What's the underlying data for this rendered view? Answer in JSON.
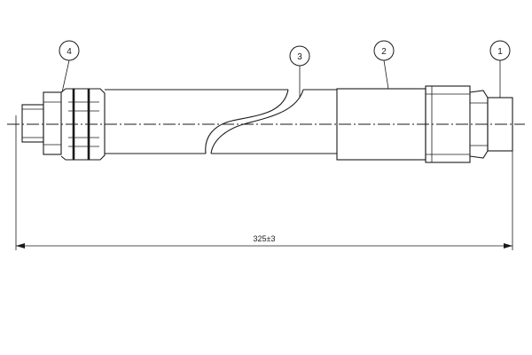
{
  "callouts": [
    {
      "id": "1",
      "label": "1"
    },
    {
      "id": "2",
      "label": "2"
    },
    {
      "id": "3",
      "label": "3"
    },
    {
      "id": "4",
      "label": "4"
    }
  ],
  "dimension": {
    "label": "325±3"
  }
}
